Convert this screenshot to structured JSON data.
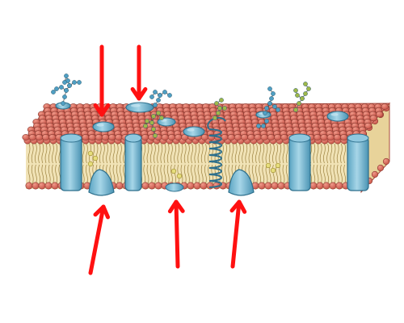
{
  "diagram": {
    "subject": "cell-membrane-fluid-mosaic",
    "colors": {
      "background": "#ffffff",
      "phospholipid_head": "#d9675a",
      "phospholipid_head_outline": "#8a3a30",
      "lipid_tail": "#e8d39a",
      "lipid_tail_outline": "#9c8240",
      "protein": "#6fb3cf",
      "protein_outline": "#2d6f8c",
      "glycan_blue": "#4f9fc4",
      "glycan_green": "#9fb84a",
      "cholesterol": "#e7de7c",
      "arrow": "#ff1111",
      "membrane_side_pink": "#f4c7b9"
    },
    "arrows": [
      {
        "id": "arrow-top-1",
        "direction": "down"
      },
      {
        "id": "arrow-top-2",
        "direction": "down"
      },
      {
        "id": "arrow-bottom-1",
        "direction": "up"
      },
      {
        "id": "arrow-bottom-2",
        "direction": "up"
      },
      {
        "id": "arrow-bottom-3",
        "direction": "up"
      }
    ]
  }
}
